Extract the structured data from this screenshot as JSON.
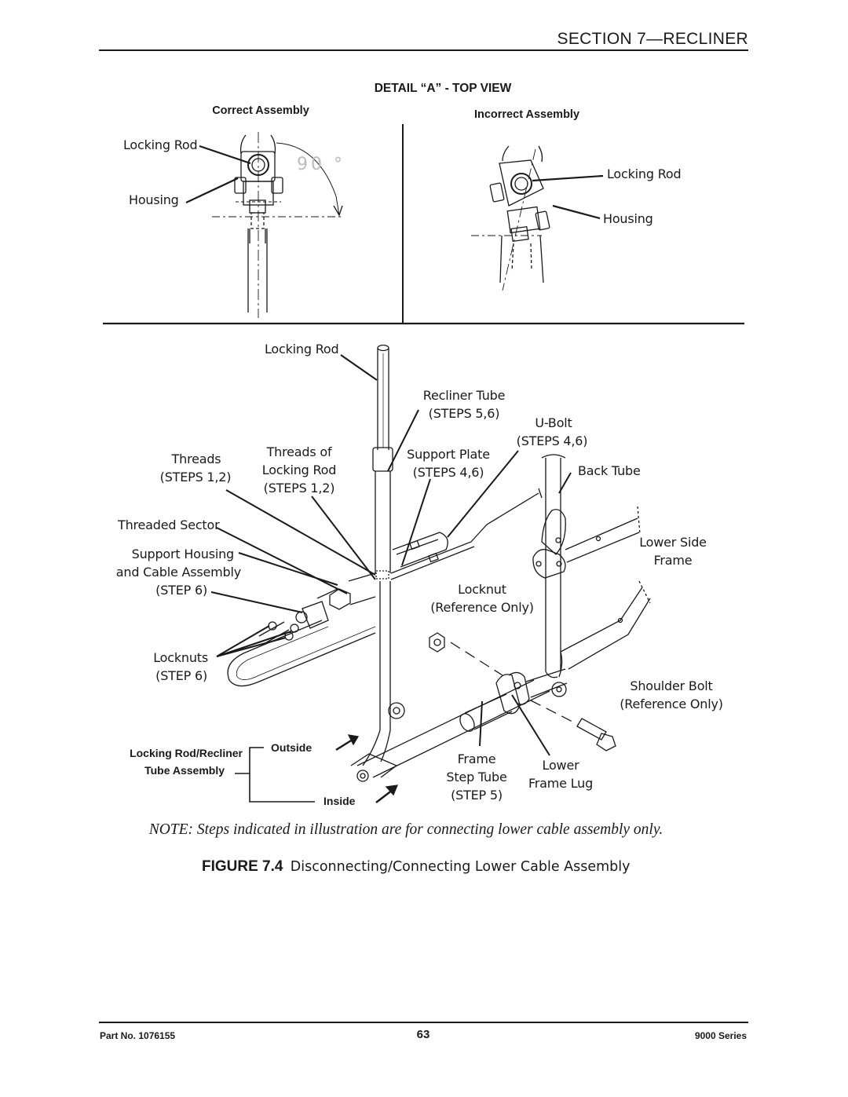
{
  "header": {
    "section_title": "SECTION 7—RECLINER"
  },
  "detail": {
    "title": "DETAIL “A” - TOP VIEW",
    "correct_heading": "Correct Assembly",
    "incorrect_heading": "Incorrect Assembly",
    "angle_label": "90 °",
    "correct_labels": {
      "locking_rod": "Locking Rod",
      "housing": "Housing"
    },
    "incorrect_labels": {
      "locking_rod": "Locking Rod",
      "housing": "Housing"
    }
  },
  "diagram": {
    "locking_rod": "Locking Rod",
    "recliner_tube": [
      "Recliner Tube",
      "(STEPS 5,6)"
    ],
    "u_bolt": [
      "U-Bolt",
      "(STEPS 4,6)"
    ],
    "threads": [
      "Threads",
      "(STEPS 1,2)"
    ],
    "threads_of_rod": [
      "Threads of",
      "Locking Rod",
      "(STEPS 1,2)"
    ],
    "support_plate": [
      "Support Plate",
      "(STEPS 4,6)"
    ],
    "back_tube": "Back Tube",
    "threaded_sector": "Threaded Sector",
    "support_housing": [
      "Support Housing",
      "and Cable Assembly",
      "(STEP 6)"
    ],
    "lower_side_frame": [
      "Lower Side",
      "Frame"
    ],
    "locknut": [
      "Locknut",
      "(Reference Only)"
    ],
    "locknuts": [
      "Locknuts",
      "(STEP 6)"
    ],
    "shoulder_bolt": [
      "Shoulder Bolt",
      "(Reference Only)"
    ],
    "assembly_label": [
      "Locking Rod/Recliner",
      "Tube Assembly"
    ],
    "outside": "Outside",
    "inside": "Inside",
    "frame_step_tube": [
      "Frame",
      "Step Tube",
      "(STEP 5)"
    ],
    "lower_frame_lug": [
      "Lower",
      "Frame Lug"
    ]
  },
  "note": "NOTE: Steps indicated in illustration are for connecting lower cable assembly only.",
  "figure": {
    "number": "FIGURE 7.4",
    "caption": "Disconnecting/Connecting Lower Cable Assembly"
  },
  "footer": {
    "part_no": "Part No. 1076155",
    "page_number": "63",
    "series": "9000 Series"
  }
}
